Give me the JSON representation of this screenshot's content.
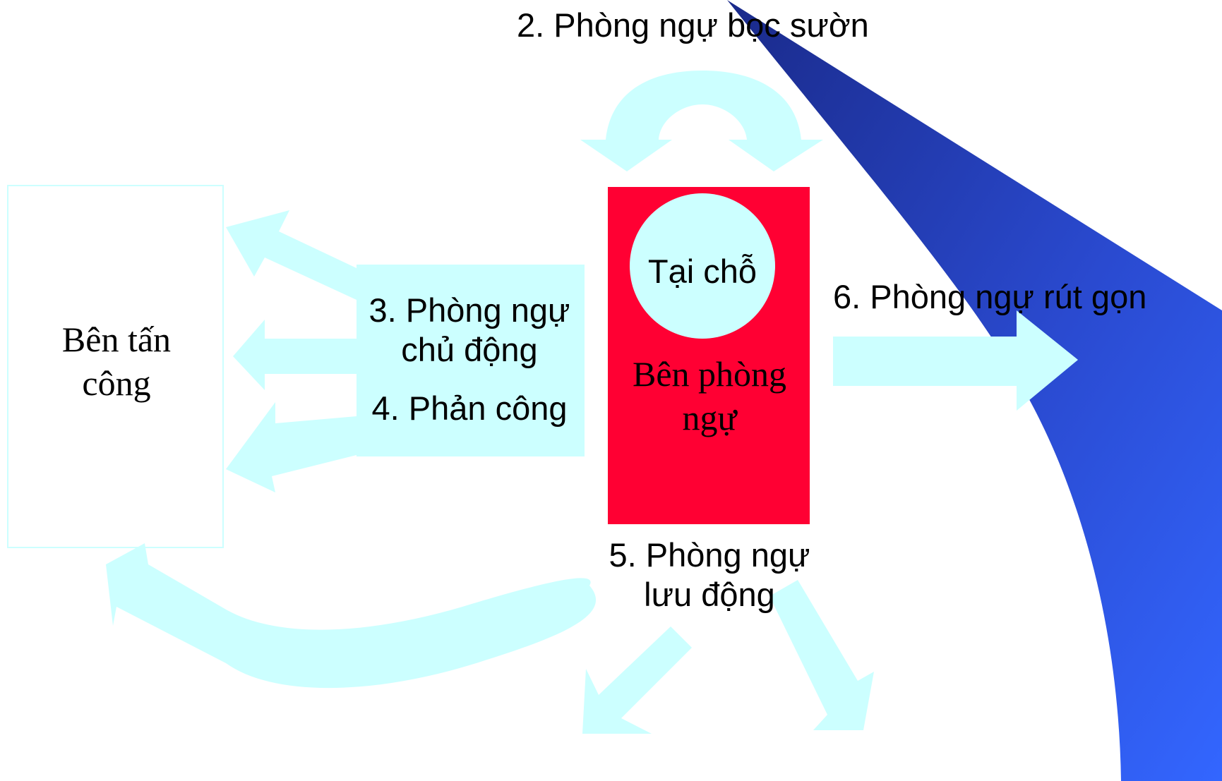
{
  "colors": {
    "arrow": "#ccffff",
    "defender_box": "#ff0033",
    "wave_dark": "#1a2a8a",
    "wave_light": "#3366ff",
    "attacker_border": "#ccffff"
  },
  "attacker": {
    "line1": "Bên tấn",
    "line2": "công"
  },
  "defender": {
    "line1": "Bên phòng",
    "line2": "ngự",
    "in_place": "Tại chỗ"
  },
  "labels": {
    "flank": "2. Phòng ngự bọc sườn",
    "active_line1": "3. Phòng ngự",
    "active_line2": "chủ động",
    "counter": "4. Phản công",
    "mobile_line1": "5. Phòng ngự",
    "mobile_line2": "lưu động",
    "contracted": "6. Phòng ngự rút gọn"
  }
}
